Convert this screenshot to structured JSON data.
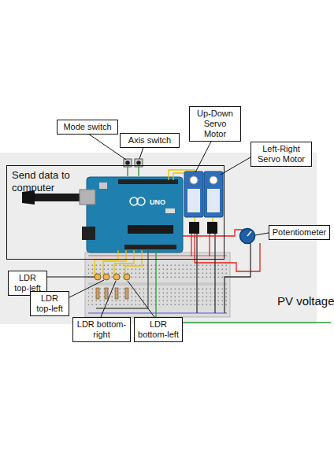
{
  "diagram": {
    "nodes": [
      {
        "text": [
          "Mode switch"
        ]
      },
      {
        "text": [
          "Axis switch"
        ]
      },
      {
        "text": [
          "Up-Down Servo Motor"
        ]
      },
      {
        "text": [
          "Left-Right Servo Motor"
        ]
      },
      {
        "text": [
          "Send data to computer"
        ]
      },
      {
        "text": [
          "Potentiometer"
        ]
      },
      {
        "text": [
          "LDR top-left"
        ]
      },
      {
        "text": [
          "LDR top-left"
        ]
      },
      {
        "text": [
          "LDR bottom-right"
        ]
      },
      {
        "text": [
          "LDR bottom-left"
        ]
      }
    ],
    "labels": [
      "PV voltage",
      "UNO"
    ]
  }
}
